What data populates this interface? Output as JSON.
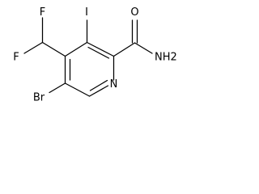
{
  "molecule": {
    "atoms": {
      "F1": "F",
      "F2": "F",
      "I": "I",
      "O": "O",
      "NH2": "NH2",
      "N": "N",
      "Br": "Br"
    }
  }
}
